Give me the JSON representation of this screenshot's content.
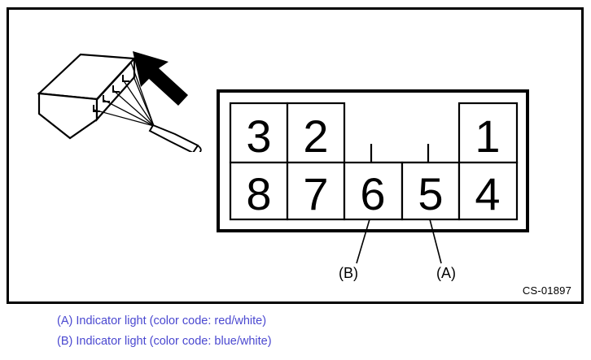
{
  "figure": {
    "code": "CS-01897",
    "border_color": "#000000",
    "background": "#ffffff"
  },
  "illustration": {
    "name": "connector-probe-illustration",
    "arrow_icon": "arrow-up-left-icon",
    "connector_block_icon": "connector-block-icon",
    "probe_icon": "test-probe-icon",
    "line_color": "#000000"
  },
  "pin_diagram": {
    "title": "connector-pin-layout",
    "top_row": [
      {
        "label": "3",
        "col": 1
      },
      {
        "label": "2",
        "col": 2
      },
      {
        "label": "1",
        "col": 5
      }
    ],
    "bottom_row": [
      {
        "label": "8",
        "col": 1
      },
      {
        "label": "7",
        "col": 2
      },
      {
        "label": "6",
        "col": 3
      },
      {
        "label": "5",
        "col": 4
      },
      {
        "label": "4",
        "col": 5
      }
    ],
    "notch": "locking-tab",
    "callouts": [
      {
        "label": "(B)",
        "from_pin": "6"
      },
      {
        "label": "(A)",
        "from_pin": "5"
      }
    ]
  },
  "captions": {
    "color": "#4a48d0",
    "lines": [
      "(A) Indicator light (color code: red/white)",
      "(B) Indicator light (color code: blue/white)"
    ]
  }
}
